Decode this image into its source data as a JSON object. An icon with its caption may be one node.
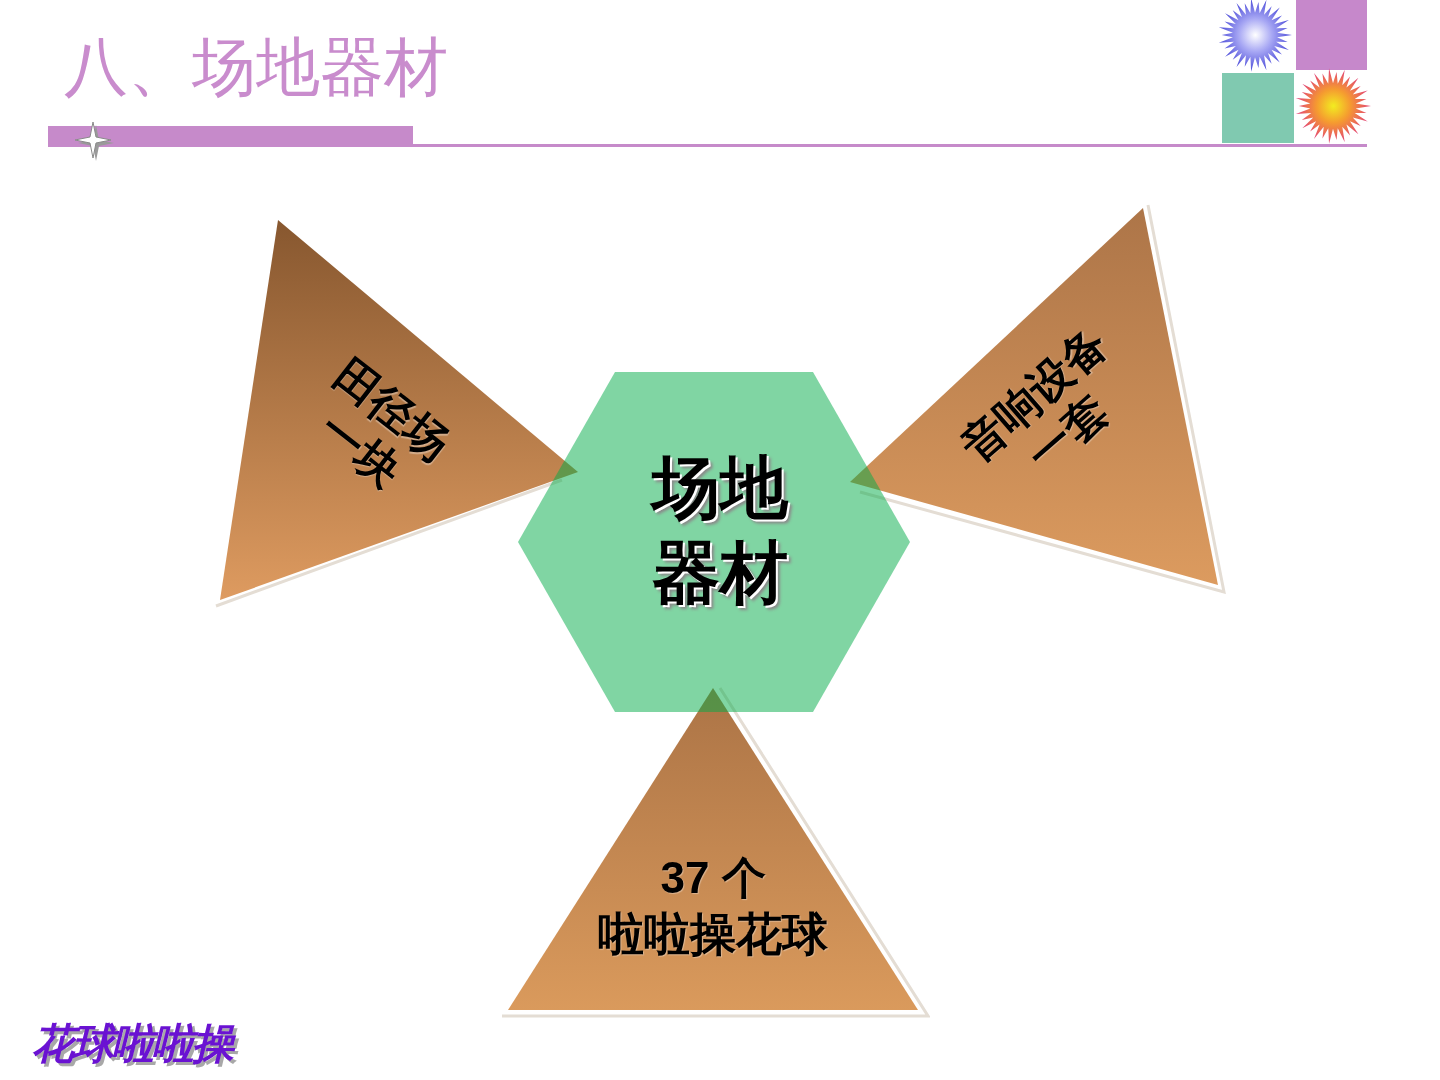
{
  "diagram": {
    "title": "八、场地器材",
    "nodes": [
      {
        "text": [
          "场地器材"
        ]
      },
      {
        "text": [
          "田径场一块"
        ]
      },
      {
        "text": [
          "音响设备一套"
        ]
      },
      {
        "text": [
          "37 个",
          "啦啦操花球"
        ]
      }
    ],
    "labels": [
      "花球啦啦操"
    ]
  }
}
